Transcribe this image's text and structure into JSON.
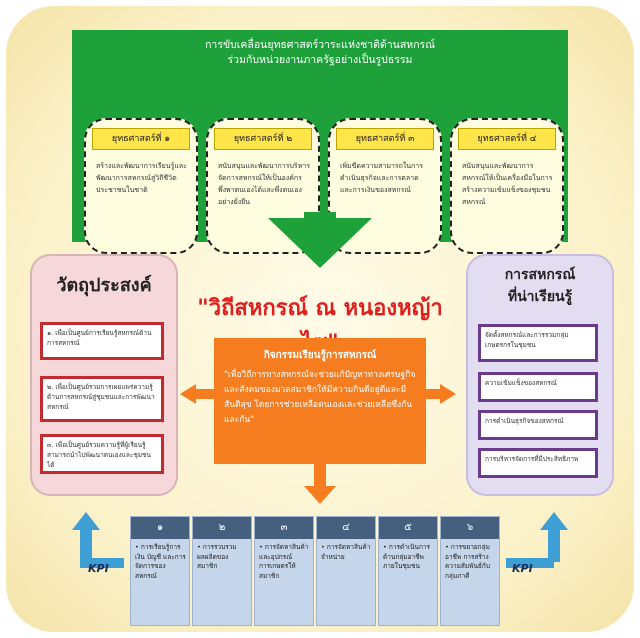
{
  "header": {
    "line1": "การขับเคลื่อนยุทธศาสตร์วาระแห่งชาติด้านสหกรณ์",
    "line2": "ร่วมกับหน่วยงานภาครัฐอย่างเป็นรูปธรรม"
  },
  "strategies": [
    {
      "label": "ยุทธศาสตร์ที่ ๑",
      "text": "สร้างและพัฒนาการเรียนรู้และพัฒนาการสหกรณ์สู่วิถีชีวิตประชาชนในชาติ"
    },
    {
      "label": "ยุทธศาสตร์ที่ ๒",
      "text": "สนับสนุนและพัฒนาการบริหารจัดการสหกรณ์ให้เป็นองค์กรพึ่งพาตนเองได้และพึ่งตนเองอย่างยั่งยืน"
    },
    {
      "label": "ยุทธศาสตร์ที่ ๓",
      "text": "เพิ่มขีดความสามารถในการดำเนินธุรกิจและการตลาด และการเงินของสหกรณ์"
    },
    {
      "label": "ยุทธศาสตร์ที่ ๔",
      "text": "สนับสนุนและพัฒนาการสหกรณ์ให้เป็นเครื่องมือในการสร้างความเข้มแข็งของชุมชนสหกรณ์"
    }
  ],
  "objectives": {
    "title": "วัตถุประสงค์",
    "items": [
      "๑. เพื่อเป็นศูนย์การเรียนรู้สหกรณ์ด้านการสหกรณ์",
      "๒. เพื่อเป็นศูนย์รวมการเผยแพร่ความรู้ด้านการสหกรณ์สู่ชุมชนและการพัฒนาสหกรณ์",
      "๓. เพื่อเป็นศูนย์รวมความรู้ที่ผู้เรียนรู้สามารถนำไปพัฒนาตนเองและชุมชนได้"
    ]
  },
  "title_main": "\"วิถีสหกรณ์ ณ หนองหญ้าไซ\"",
  "activity": {
    "title": "กิจกรรมเรียนรู้การสหกรณ์",
    "text": "\"เพื่อวิถีการทางสหกรณ์จะช่วยแก้ปัญหาทางเศรษฐกิจและสังคมของมวลสมาชิกให้มีความกินดีอยู่ดีและมีสันติสุข โดยการช่วยเหลือตนเองและช่วยเหลือซึ่งกันและกัน\""
  },
  "learning": {
    "title1": "การสหกรณ์",
    "title2": "ที่น่าเรียนรู้",
    "items": [
      "จัดตั้งสหกรณ์และการรวมกลุ่มเกษตรกรในชุมชน",
      "ความเข้มแข็งของสหกรณ์",
      "การดำเนินธุรกิจของสหกรณ์",
      "การบริหารจัดการที่มีประสิทธิภาพ"
    ]
  },
  "columns": [
    {
      "num": "๑",
      "text": "• การเรียนรู้การเงิน บัญชี และการจัดการของสหกรณ์"
    },
    {
      "num": "๒",
      "text": "• การรวบรวมผลผลิตของสมาชิก"
    },
    {
      "num": "๓",
      "text": "• การจัดหาสินค้าและอุปกรณ์การเกษตรให้สมาชิก"
    },
    {
      "num": "๔",
      "text": "• การจัดหาสินค้าจำหน่าย"
    },
    {
      "num": "๕",
      "text": "• การดำเนินการด้านกลุ่มอาชีพ ภายในชุมชน"
    },
    {
      "num": "๖",
      "text": "• การขยายกลุ่มอาชีพ การสร้างความสัมพันธ์กับกลุ่มภาคี"
    }
  ],
  "kpi_left": "KPI",
  "kpi_right": "KPI"
}
